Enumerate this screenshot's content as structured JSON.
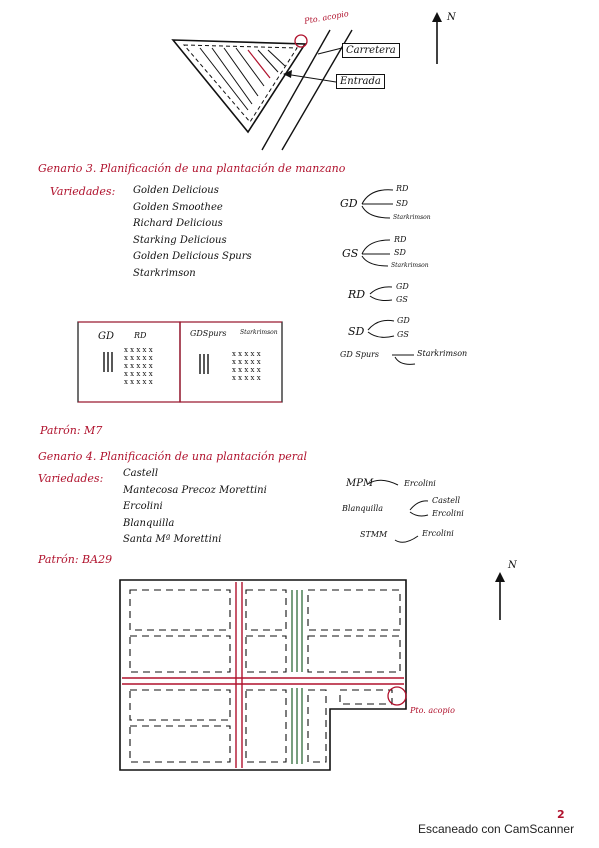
{
  "top_sketch": {
    "pto_acopio": "Pto. acopio",
    "north": "N",
    "carretera": "Carretera",
    "entrada": "Entrada"
  },
  "section3": {
    "heading": "Genario 3. Planificación de una plantación de manzano",
    "variedades_label": "Variedades:",
    "varieties": [
      "Golden Delicious",
      "Golden Smoothee",
      "Richard Delicious",
      "Starking Delicious",
      "Golden Delicious Spurs",
      "Starkrimson"
    ],
    "pollination": [
      {
        "main": "GD",
        "targets": [
          "RD",
          "SD",
          "Starkrimson"
        ]
      },
      {
        "main": "GS",
        "targets": [
          "RD",
          "SD",
          "Starkrimson"
        ]
      },
      {
        "main": "RD",
        "targets": [
          "GD",
          "GS"
        ]
      },
      {
        "main": "SD",
        "targets": [
          "GD",
          "GS"
        ]
      },
      {
        "main": "GD Spurs",
        "targets": [
          "Starkrimson"
        ]
      }
    ],
    "box_left": {
      "label_a": "GD",
      "label_b": "RD"
    },
    "box_right": {
      "label_a": "GDSpurs",
      "label_b": "Starkrimson"
    },
    "patron": "Patrón: M7"
  },
  "section4": {
    "heading": "Genario 4. Planificación de una plantación peral",
    "variedades_label": "Variedades:",
    "varieties": [
      "Castell",
      "Mantecosa Precoz Morettini",
      "Ercolini",
      "Blanquilla",
      "Santa Mª Morettini"
    ],
    "pollination": [
      {
        "main": "MPM",
        "targets": [
          "Ercolini"
        ]
      },
      {
        "main": "Blanquilla",
        "targets": [
          "Castell",
          "Ercolini"
        ]
      },
      {
        "main": "STMM",
        "targets": [
          "Ercolini"
        ]
      }
    ],
    "patron": "Patrón: BA29"
  },
  "bottom_plan": {
    "north": "N",
    "pto_acopio": "Pto. acopio"
  },
  "footer": {
    "page_number": "2",
    "scanner": "Escaneado con CamScanner"
  },
  "colors": {
    "ink": "#111111",
    "red": "#b0122d",
    "green": "#2f6b3a"
  }
}
